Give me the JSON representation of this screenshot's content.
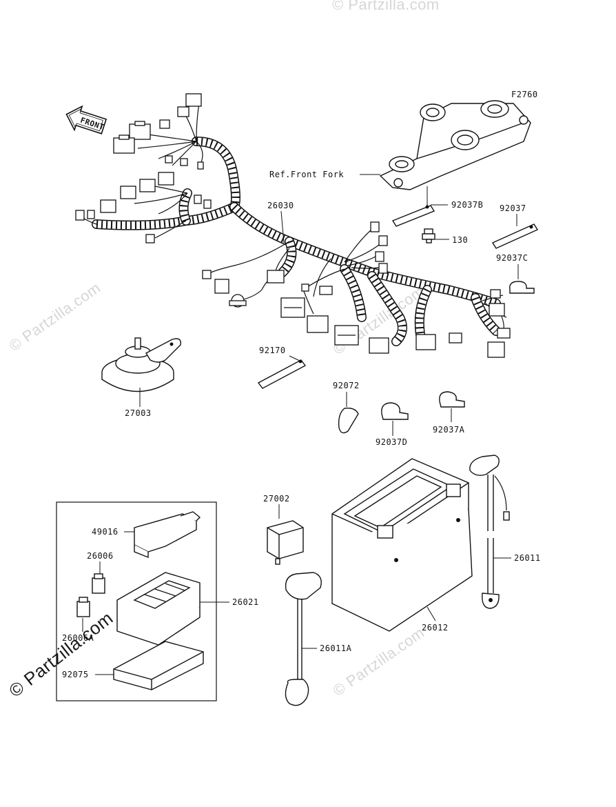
{
  "figure_code": "F2760",
  "front_label": "FRONT",
  "reference_label": "Ref.Front Fork",
  "watermark": "© Partzilla.com",
  "parts": {
    "harness": "26030",
    "stay_b": "92037B",
    "stay": "92037",
    "bolt": "130",
    "clamp_c": "92037C",
    "horn": "27003",
    "stay_92170": "92170",
    "band": "92072",
    "clamp_d": "92037D",
    "clamp_a": "92037A",
    "relay": "27002",
    "fuse_cover": "49016",
    "fuse": "26006",
    "fuse_a": "26006A",
    "junction_box": "26021",
    "cover": "92075",
    "battery": "26012",
    "lead_neg": "26011",
    "lead_pos": "26011A"
  }
}
